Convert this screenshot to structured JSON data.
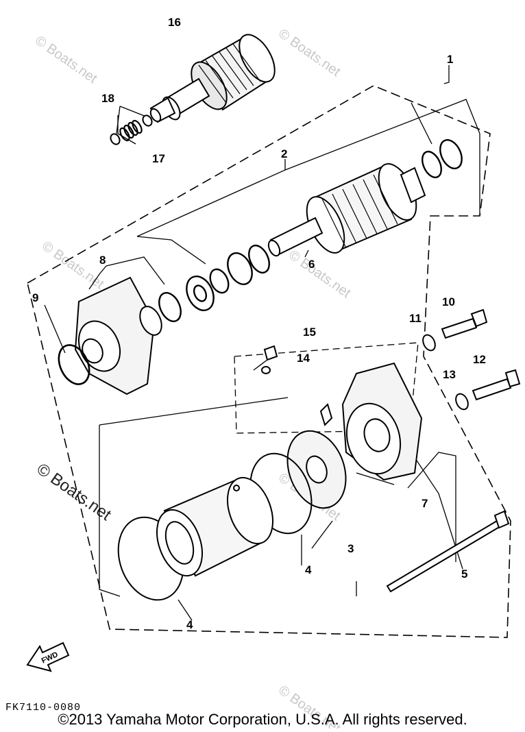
{
  "diagram": {
    "callouts": {
      "c1": "1",
      "c2": "2",
      "c3": "3",
      "c4a": "4",
      "c4b": "4",
      "c5": "5",
      "c6": "6",
      "c7": "7",
      "c8": "8",
      "c9": "9",
      "c10": "10",
      "c11": "11",
      "c12": "12",
      "c13": "13",
      "c14": "14",
      "c15": "15",
      "c16": "16",
      "c17": "17",
      "c18": "18"
    },
    "watermark": "© Boats.net",
    "watermark_small": "© Boats.net",
    "fwd_label": "FWD",
    "part_code": "FK7110-0080",
    "copyright": "©2013 Yamaha Motor Corporation, U.S.A. All rights reserved."
  }
}
